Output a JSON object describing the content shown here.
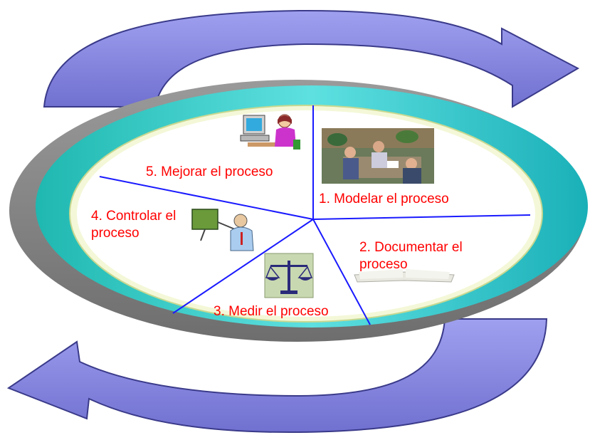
{
  "colors": {
    "arrow_fill": "#8c8ce6",
    "arrow_stroke": "#3a3a8a",
    "ring_outer": "#808080",
    "ring_teal": "#33cccc",
    "ring_inner": "#e8f4c8",
    "inner_fill": "#ffffff",
    "divider": "#1a1aff",
    "label": "#ff0000"
  },
  "steps": [
    {
      "label": "1. Modelar el proceso",
      "icon": "meeting-photo-icon"
    },
    {
      "label": "2. Documentar el proceso",
      "line1": "2. Documentar el",
      "line2": "proceso",
      "icon": "open-book-icon"
    },
    {
      "label": "3. Medir el proceso",
      "icon": "balance-scale-icon"
    },
    {
      "label": "4. Controlar el proceso",
      "line1": "4. Controlar el",
      "line2": "proceso",
      "icon": "presenter-chart-icon"
    },
    {
      "label": "5. Mejorar el proceso",
      "icon": "computer-user-icon"
    }
  ]
}
